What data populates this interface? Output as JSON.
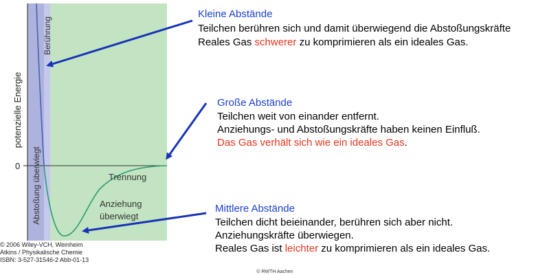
{
  "colors": {
    "repulsion_region": "#aeb3dd",
    "contact_region": "#c3c8ec",
    "plot_region": "#c2e4c2",
    "curve": "#2b9a72",
    "left_curve": "#4a5fb0",
    "arrow": "#1733b7",
    "heading": "#1c3fcf",
    "text": "#000000",
    "highlight": "#e8341c",
    "plot_text": "#333333"
  },
  "diagram": {
    "y_axis_label": "potenzielle Energie",
    "zero_label": "0",
    "contact_label": "Berührung",
    "repulsion_label": "Abstoßung überwiegt",
    "separation_label": "Trennung",
    "attraction_line1": "Anziehung",
    "attraction_line2": "überwiegt",
    "credit_lines": [
      "© 2006 Wiley-VCH, Weinheim",
      "Atkins / Physikalische Chemie",
      "ISBN: 3-527-31546-2   Abb-01-13"
    ],
    "footer": "© RWTH Aachen"
  },
  "annotations": {
    "small": {
      "heading": "Kleine Abstände",
      "line1": "Teilchen berühren sich und damit überwiegend die Abstoßungskräfte",
      "line2_before": "Reales Gas ",
      "line2_highlight": "schwerer",
      "line2_after": " zu komprimieren als ein ideales Gas."
    },
    "large": {
      "heading": "Große Abstände",
      "line1": "Teilchen weit von einander entfernt.",
      "line2": "Anziehungs- und Abstoßungskräfte haben keinen Einfluß.",
      "line3_highlight": "Das Gas verhält sich wie ein ideales Gas",
      "line3_after": "."
    },
    "medium": {
      "heading": "Mittlere Abstände",
      "line1": "Teilchen dicht beieinander, berühren sich aber nicht.",
      "line2": "Anziehungskräfte überwiegen.",
      "line3_before": "Reales Gas ist ",
      "line3_highlight": "leichter",
      "line3_after": " zu komprimieren als ein ideales Gas."
    }
  }
}
